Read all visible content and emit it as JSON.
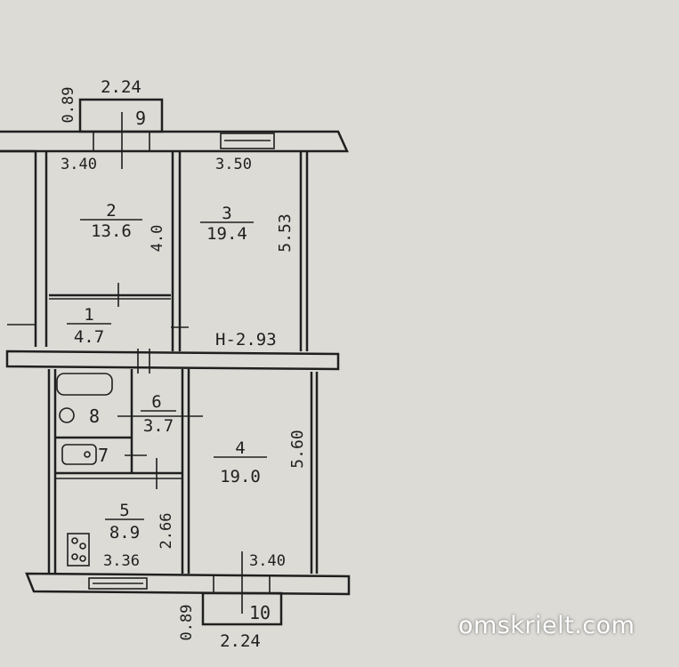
{
  "watermark": "omskrielt.com",
  "rooms": [
    {
      "number": "2",
      "area": "13.6"
    },
    {
      "number": "3",
      "area": "19.4"
    },
    {
      "number": "1",
      "area": "4.7"
    },
    {
      "number": "6",
      "area": "3.7"
    },
    {
      "number": "8",
      "area": ""
    },
    {
      "number": "7",
      "area": ""
    },
    {
      "number": "4",
      "area": "19.0"
    },
    {
      "number": "5",
      "area": "8.9"
    }
  ],
  "balconies": [
    {
      "number": "9",
      "width": "2.24",
      "depth": "0.89"
    },
    {
      "number": "10",
      "width": "2.24",
      "depth": "0.89"
    }
  ],
  "dimensions": {
    "room2_width": "3.40",
    "room2_depth": "4.0",
    "room3_width": "3.50",
    "room3_depth": "5.53",
    "ceiling_height": "H-2.93",
    "room4_depth": "5.60",
    "room4_width": "3.40",
    "kitchen_depth": "2.66",
    "kitchen_width": "3.36"
  }
}
